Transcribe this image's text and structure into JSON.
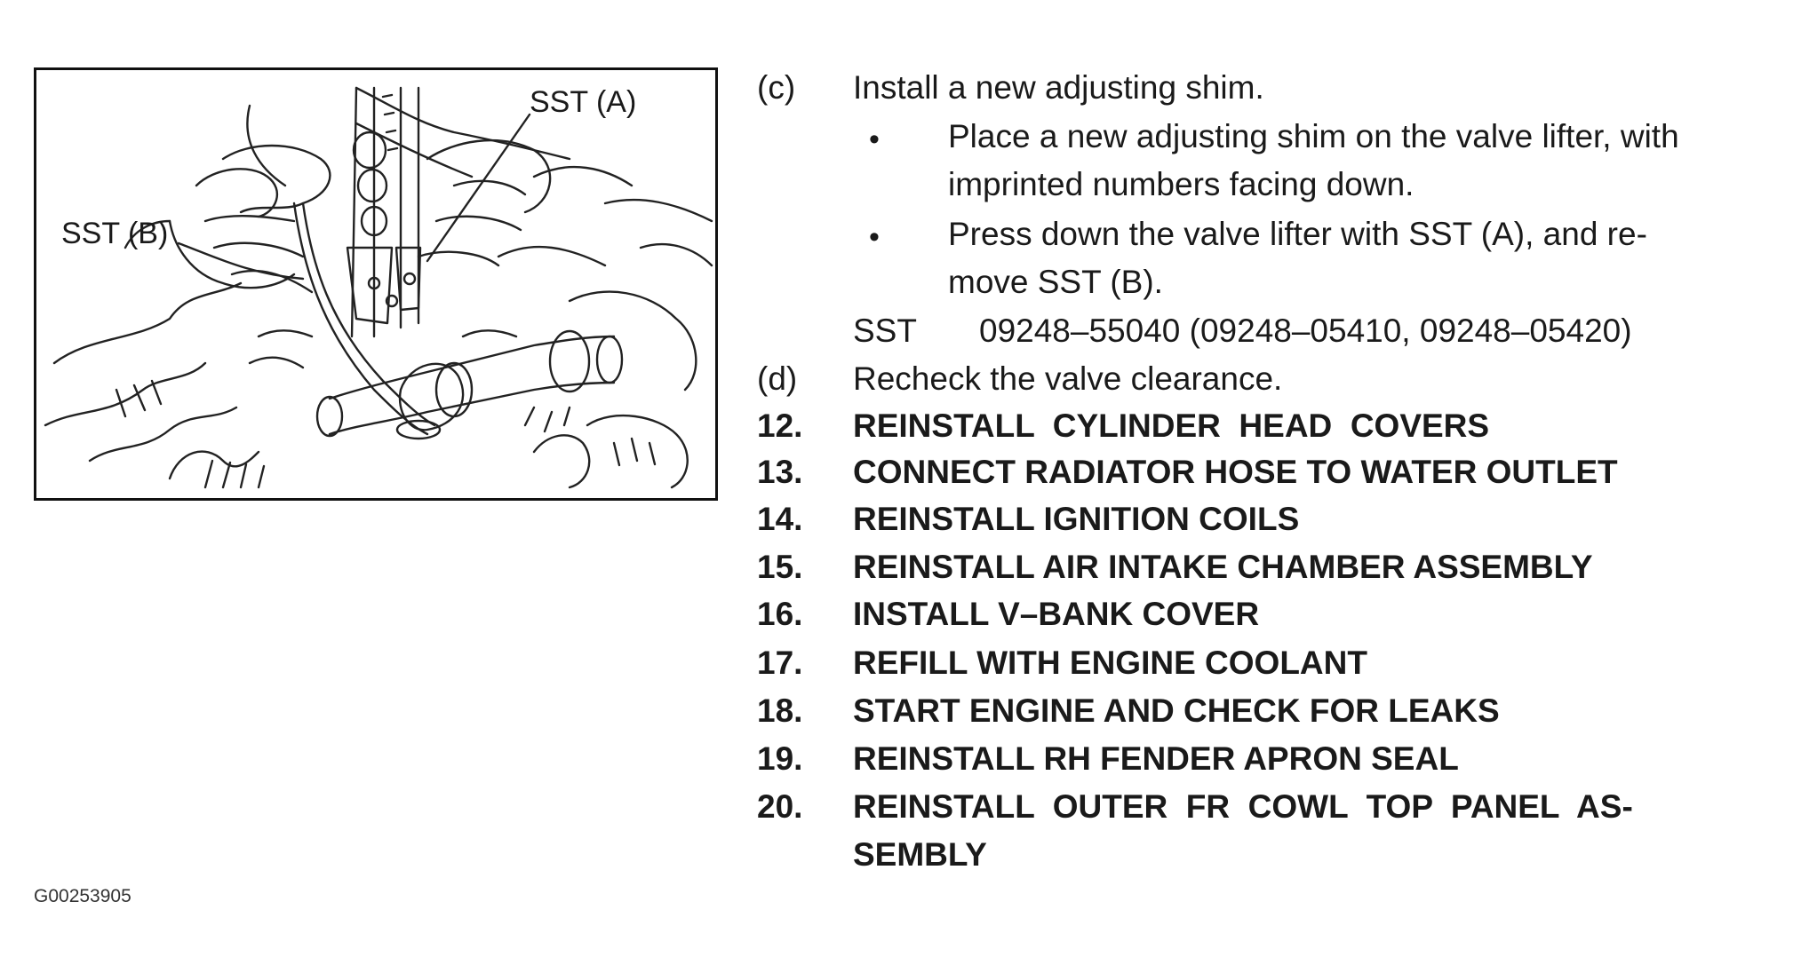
{
  "figure": {
    "label_a": "SST (A)",
    "label_b": "SST (B)",
    "code": "G00253905"
  },
  "steps": {
    "c": {
      "marker": "(c)",
      "text": "Install a new adjusting shim.",
      "bullets": [
        {
          "line1": "Place a new adjusting shim on the valve lifter, with",
          "line2": "imprinted numbers facing down."
        },
        {
          "line1": "Press down the valve lifter with SST (A), and re-",
          "line2": "move SST (B)."
        }
      ],
      "sst_label": "SST",
      "sst_value": "09248–55040 (09248–05410, 09248–05420)"
    },
    "d": {
      "marker": "(d)",
      "text": "Recheck the valve clearance."
    },
    "numbered": [
      {
        "num": "12.",
        "text": "REINSTALL  CYLINDER  HEAD  COVERS"
      },
      {
        "num": "13.",
        "text": "CONNECT RADIATOR HOSE TO WATER OUTLET"
      },
      {
        "num": "14.",
        "text": "REINSTALL IGNITION COILS"
      },
      {
        "num": "15.",
        "text": "REINSTALL AIR INTAKE CHAMBER ASSEMBLY"
      },
      {
        "num": "16.",
        "text": "INSTALL V–BANK COVER"
      },
      {
        "num": "17.",
        "text": "REFILL WITH ENGINE COOLANT"
      },
      {
        "num": "18.",
        "text": "START ENGINE AND CHECK FOR LEAKS"
      },
      {
        "num": "19.",
        "text": "REINSTALL RH FENDER APRON SEAL"
      },
      {
        "num": "20.",
        "text": "REINSTALL  OUTER  FR  COWL  TOP  PANEL  AS-",
        "text2": "SEMBLY"
      }
    ]
  }
}
